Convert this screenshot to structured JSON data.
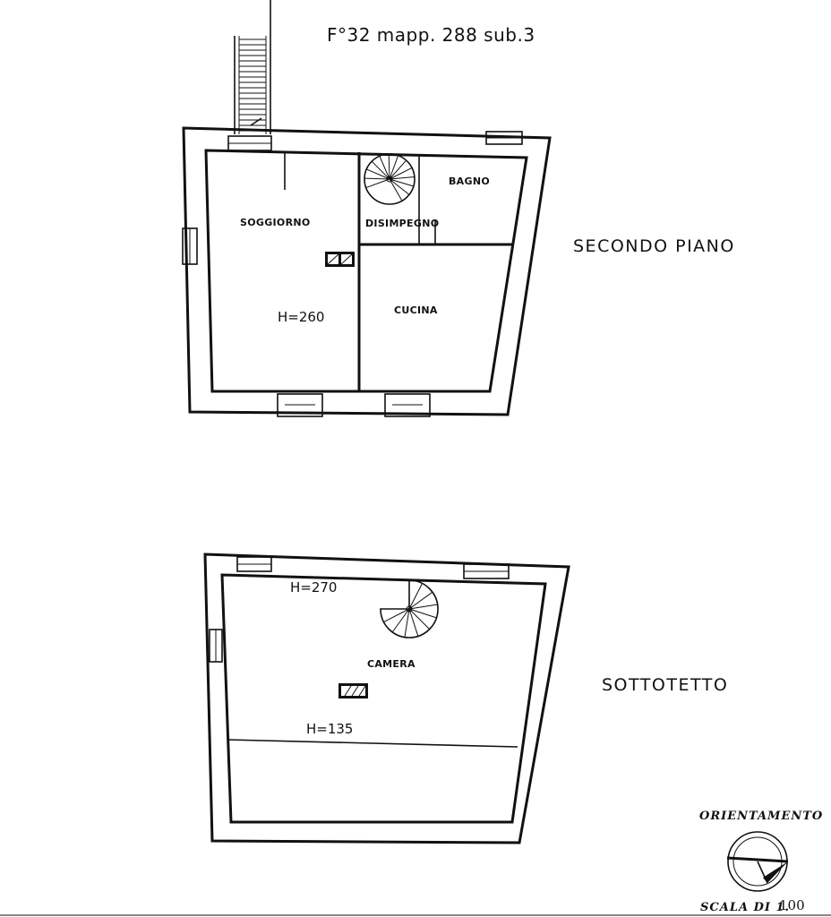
{
  "header": {
    "title": "F°32 mapp. 288 sub.3"
  },
  "floors": [
    {
      "name": "SECONDO PIANO",
      "rooms": [
        "SOGGIORNO",
        "DISIMPEGNO",
        "BAGNO",
        "CUCINA"
      ],
      "height": "H=260"
    },
    {
      "name": "SOTTOTETTO",
      "rooms": [
        "CAMERA"
      ],
      "heights": [
        "H=270",
        "H=135"
      ]
    }
  ],
  "legend": {
    "orientation_label": "ORIENTAMENTO",
    "scale_label": "SCALA DI 1.",
    "scale_value": "100"
  }
}
